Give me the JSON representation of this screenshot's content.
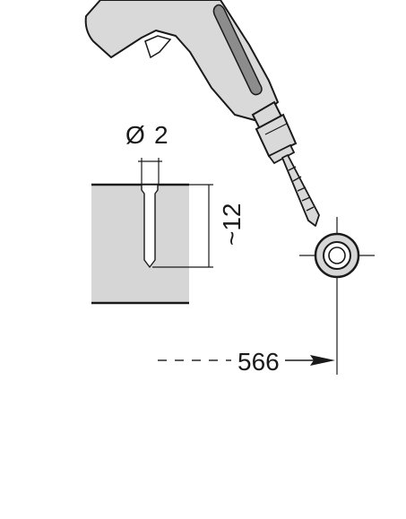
{
  "labels": {
    "diameter_symbol": "Ø",
    "diameter_value": "2",
    "depth": "~12",
    "distance": "566"
  },
  "colors": {
    "line": "#1a1a1a",
    "part_fill": "#d6d6d6",
    "drill_fill": "#d9d9d9",
    "drill_dark": "#8c8c8c",
    "background": "#ffffff"
  }
}
